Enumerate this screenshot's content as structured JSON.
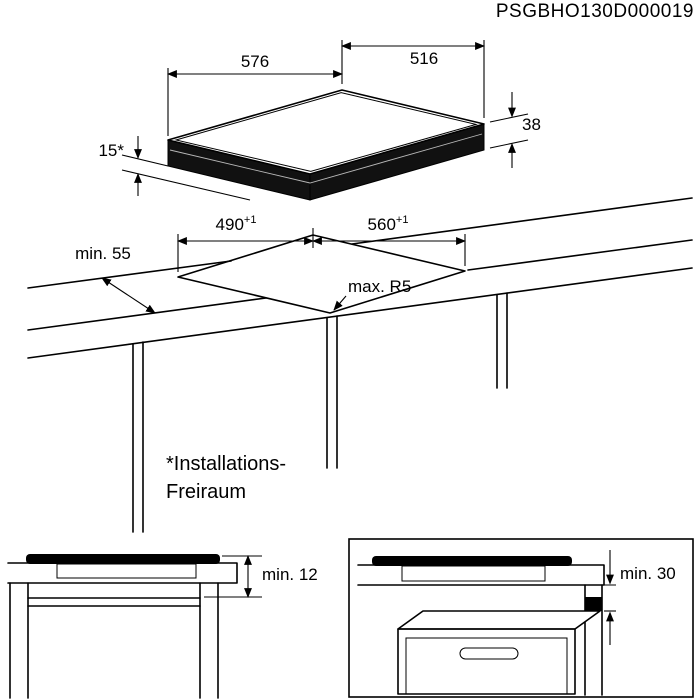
{
  "part_number": "PSGBHO130D000019",
  "hob_view": {
    "width": "576",
    "depth": "516",
    "height": "38",
    "clearance": "15*"
  },
  "cutout_view": {
    "front_distance": "min. 55",
    "depth_value": "490",
    "depth_tolerance": "+1",
    "width_value": "560",
    "width_tolerance": "+1",
    "corner_radius": "max. R5"
  },
  "note": {
    "line1": "*Installations-",
    "line2": "Freiraum"
  },
  "drawer_view": {
    "clearance": "min. 12"
  },
  "oven_view": {
    "clearance": "min. 30"
  }
}
